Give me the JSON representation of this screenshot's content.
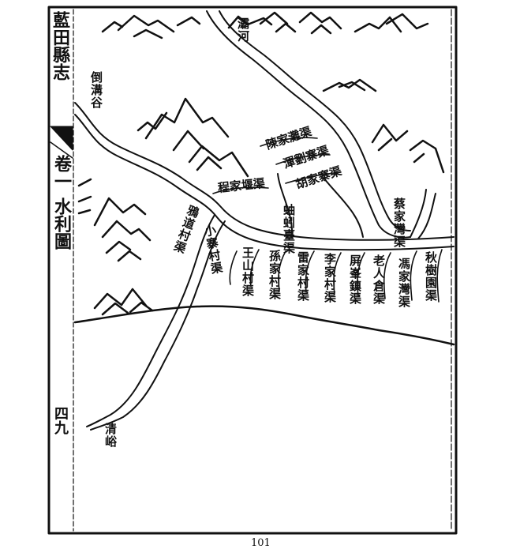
{
  "margin": {
    "book_title": "藍田縣志",
    "volume": "卷一",
    "section": "水利圖",
    "leaf_number": "四九"
  },
  "map": {
    "river_labels": [
      "灞河",
      "倒溝谷",
      "清峪"
    ],
    "canals_upper": [
      "陳家灘渠",
      "渾劉寨渠",
      "胡家寨渠",
      "程家堰渠"
    ],
    "canals_vertical": [
      "鴉道村渠",
      "小寨村渠",
      "蚰蚓臺渠",
      "蔡家灣渠",
      "王山村渠",
      "孫家村渠",
      "雷家村渠",
      "李家村渠",
      "屏峯鎮渠",
      "老人倉渠",
      "馮家灣渠",
      "秋樹園渠"
    ]
  },
  "page_number": "101"
}
